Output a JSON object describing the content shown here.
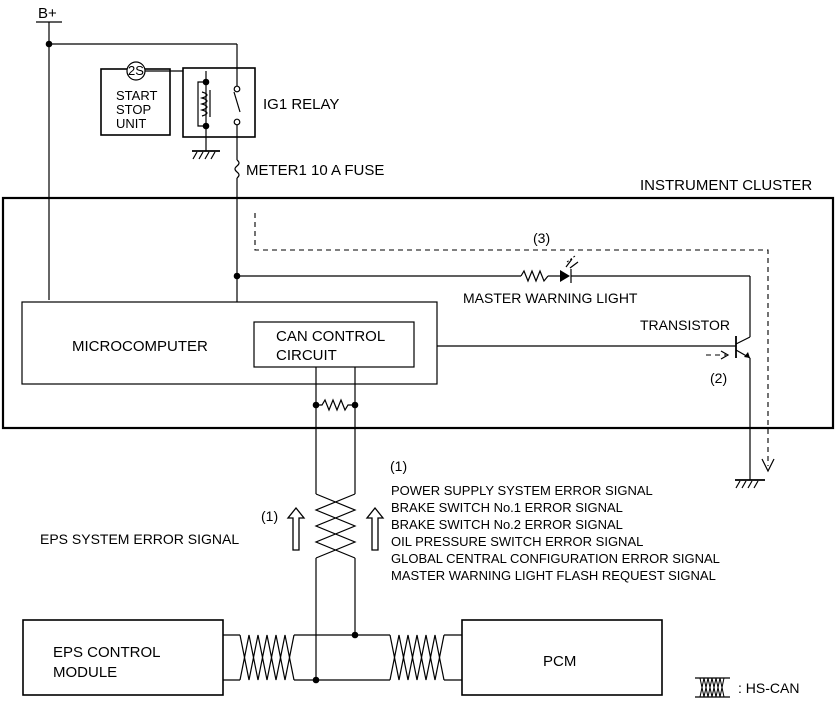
{
  "labels": {
    "bplus": "B+",
    "start_stop_circle": "2S",
    "start_stop_line1": "START",
    "start_stop_line2": "STOP",
    "start_stop_line3": "UNIT",
    "ig1_relay": "IG1 RELAY",
    "meter_fuse": "METER1 10 A FUSE",
    "instrument_cluster": "INSTRUMENT CLUSTER",
    "microcomputer": "MICROCOMPUTER",
    "can_control_line1": "CAN CONTROL",
    "can_control_line2": "CIRCUIT",
    "master_warning_light": "MASTER WARNING LIGHT",
    "transistor": "TRANSISTOR",
    "marker_1": "(1)",
    "marker_2": "(2)",
    "marker_3": "(3)",
    "eps_system_error_signal": "EPS SYSTEM ERROR SIGNAL",
    "eps_control_module_line1": "EPS CONTROL",
    "eps_control_module_line2": "MODULE",
    "pcm": "PCM",
    "hs_can_legend": ": HS-CAN"
  },
  "signal_list": [
    "POWER SUPPLY SYSTEM ERROR SIGNAL",
    "BRAKE SWITCH No.1 ERROR SIGNAL",
    "BRAKE SWITCH No.2 ERROR SIGNAL",
    "OIL PRESSURE SWITCH ERROR SIGNAL",
    "GLOBAL CENTRAL CONFIGURATION ERROR SIGNAL",
    "MASTER WARNING LIGHT FLASH REQUEST SIGNAL"
  ]
}
